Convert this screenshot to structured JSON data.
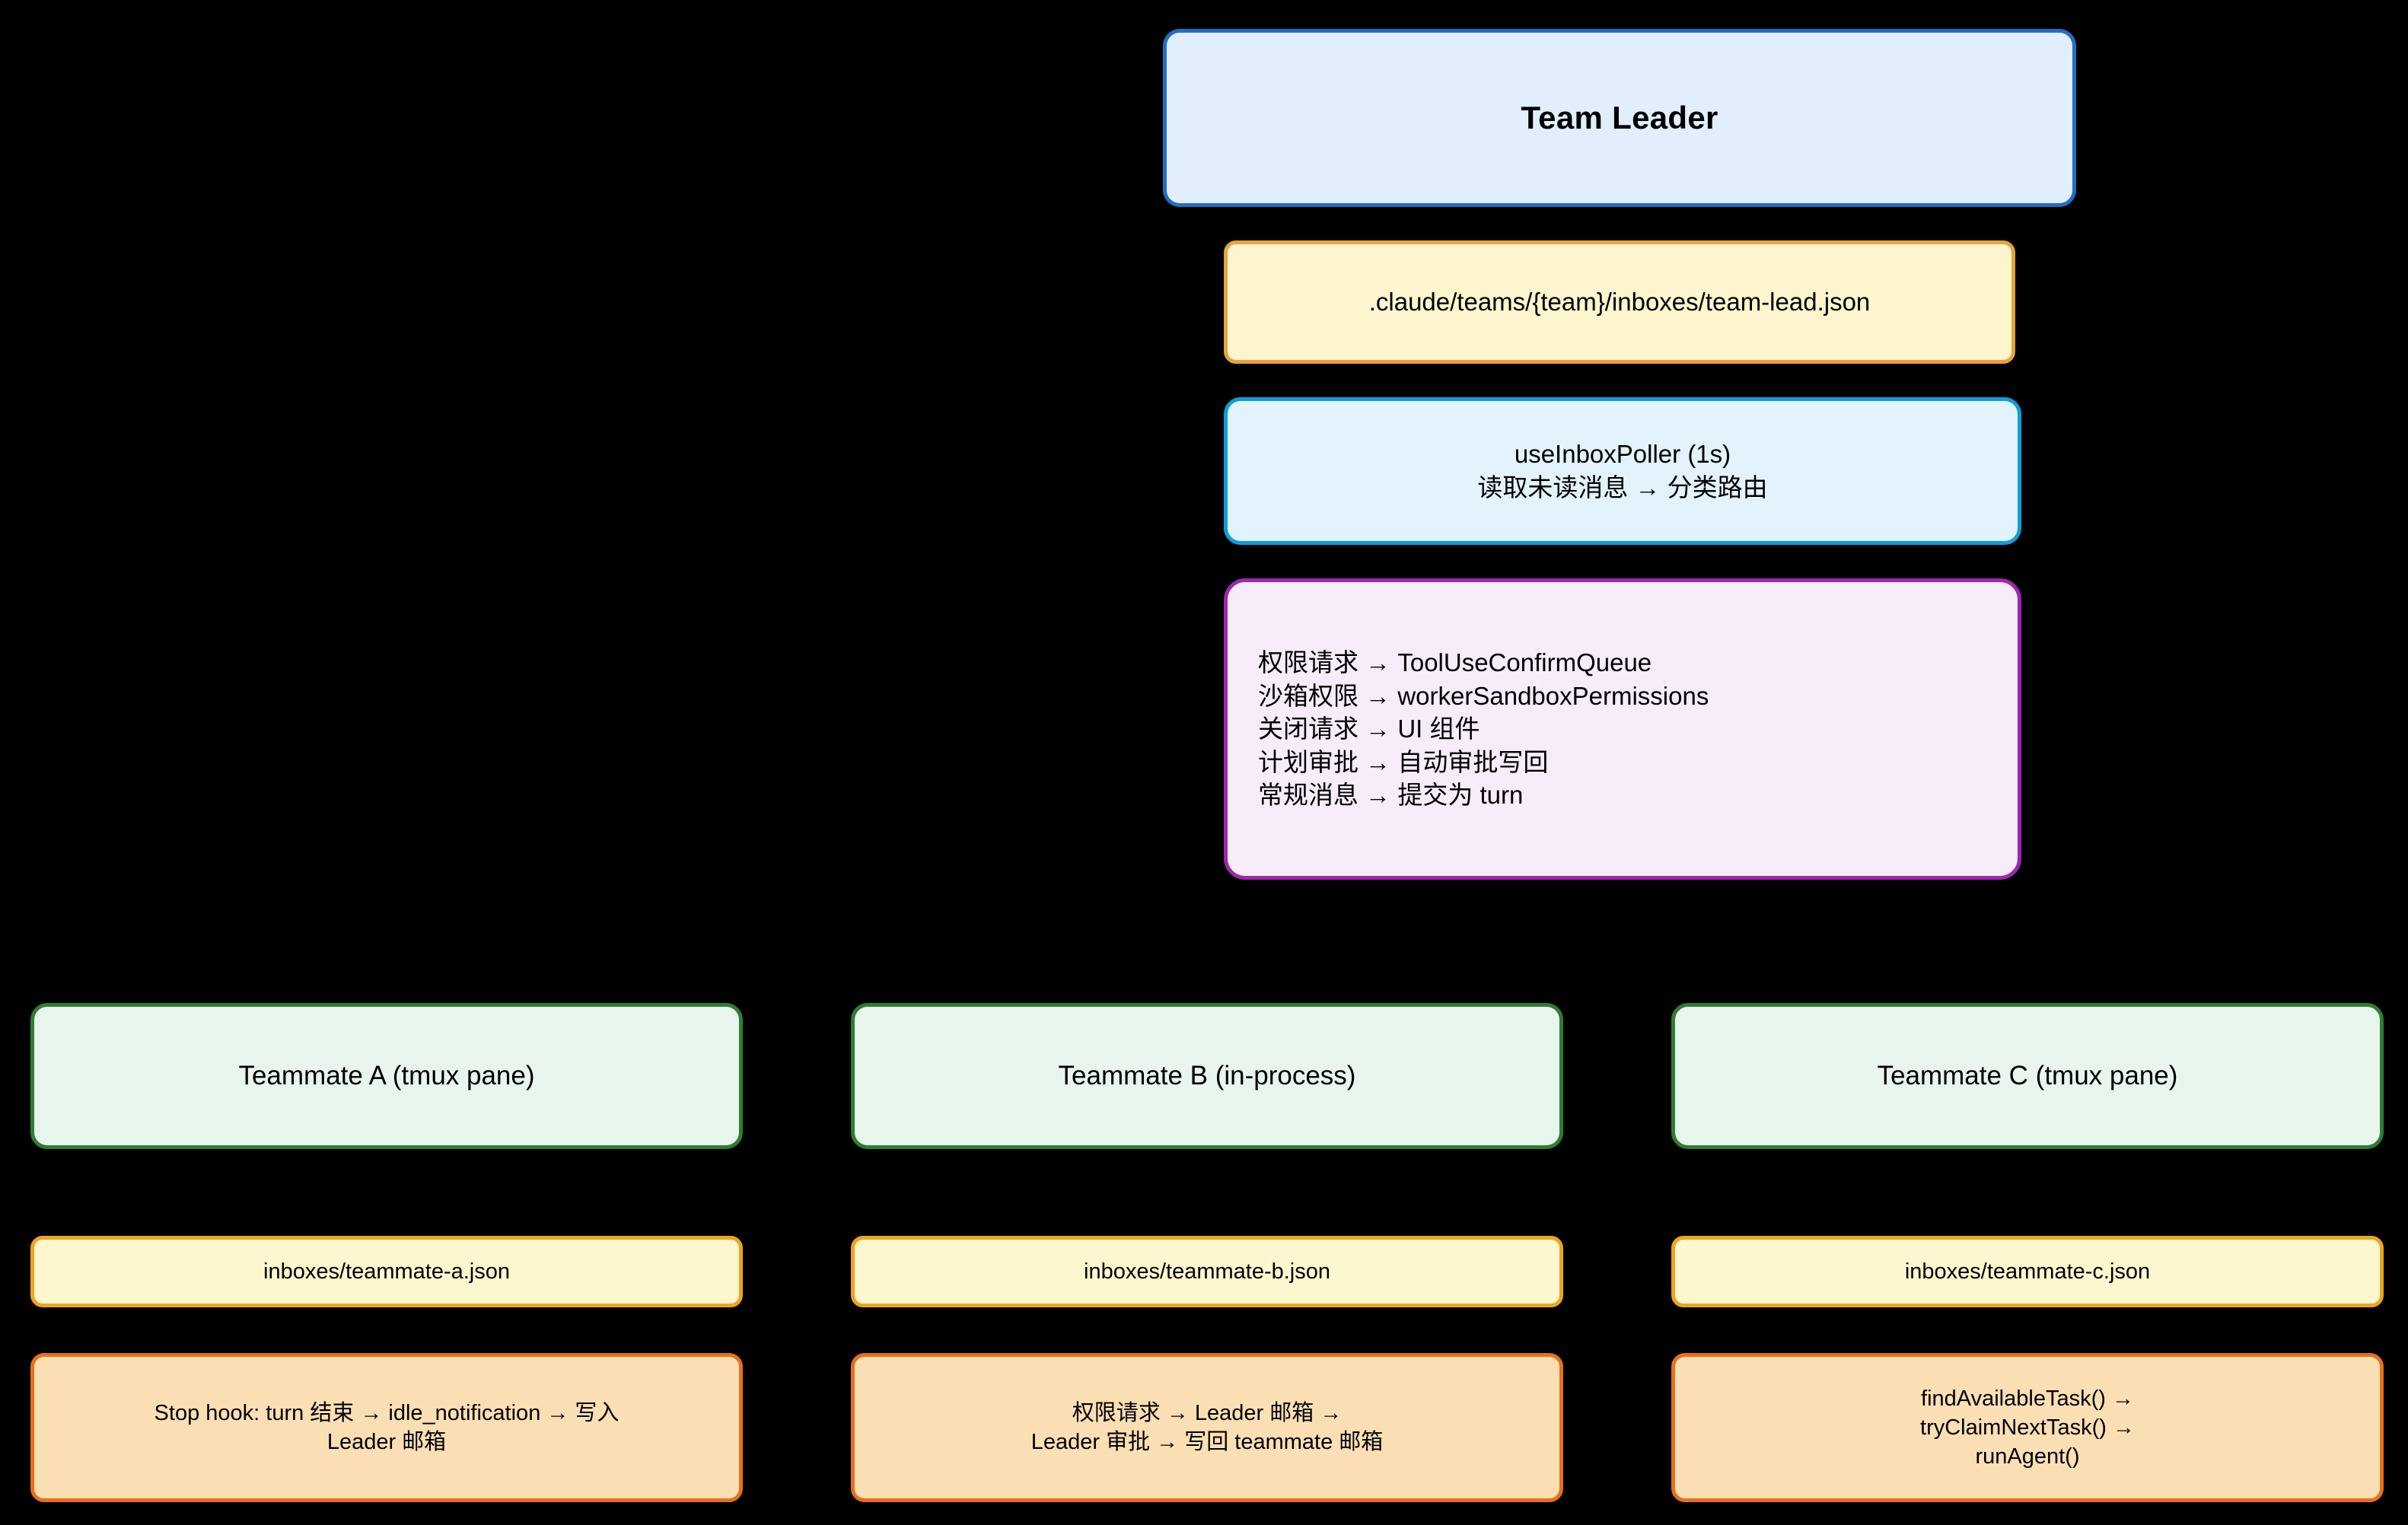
{
  "diagram": {
    "title_node": {
      "label": "Team Leader"
    },
    "lead_inbox_path": {
      "label": ".claude/teams/{team}/inboxes/team-lead.json"
    },
    "poller": {
      "line1": "useInboxPoller (1s)",
      "line2": "读取未读消息 → 分类路由"
    },
    "routing_rules": [
      "权限请求 → ToolUseConfirmQueue",
      "沙箱权限 → workerSandboxPermissions",
      "关闭请求 → UI 组件",
      "计划审批 → 自动审批写回",
      "常规消息 → 提交为 turn"
    ],
    "columns": [
      {
        "member": "Teammate A (tmux pane)",
        "inbox": "inboxes/teammate-a.json",
        "flow": [
          "Stop hook: turn 结束 → idle_notification → 写入",
          "Leader 邮箱"
        ]
      },
      {
        "member": "Teammate B (in-process)",
        "inbox": "inboxes/teammate-b.json",
        "flow": [
          "权限请求 → Leader 邮箱 →",
          "Leader 审批 → 写回 teammate 邮箱"
        ]
      },
      {
        "member": "Teammate C (tmux pane)",
        "inbox": "inboxes/teammate-c.json",
        "flow": [
          "findAvailableTask() →",
          "tryClaimNextTask() →",
          "runAgent()"
        ]
      }
    ],
    "colors": {
      "background": "#000000",
      "leader_border": "#1f6fc4",
      "leader_fill": "#e1effc",
      "path_border": "#e8a33d",
      "path_fill": "#fdf5cd",
      "poller_border": "#0d9ddb",
      "poller_fill": "#e3f3fc",
      "routing_border": "#9c27b0",
      "routing_fill": "#f7ecfa",
      "member_border": "#2e7d32",
      "member_fill": "#e8f5ec",
      "inbox_border": "#f0a31e",
      "inbox_fill": "#fdf7cf",
      "flow_border": "#e8701a",
      "flow_fill": "#fbdfb4",
      "edge": "#000000"
    }
  }
}
